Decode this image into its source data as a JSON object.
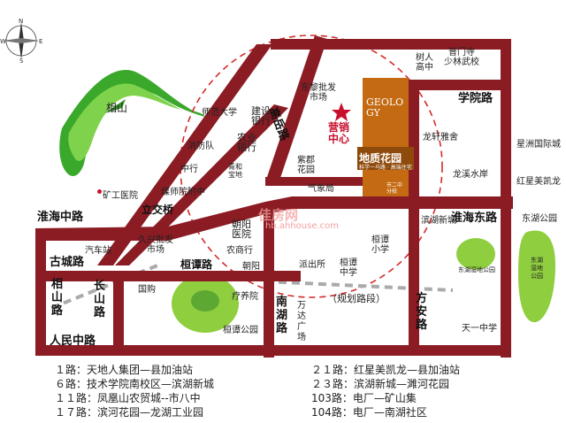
{
  "map": {
    "mountain_label": "相山",
    "watermark_brand": "佳房网",
    "watermark_url": "hb.ahhouse.com",
    "sales_center": "营销\n中心",
    "project_name": "地质花园",
    "project_logo": "GEOLOGY",
    "project_tagline": "科学一马路 · 高端住宅"
  },
  "roads": {
    "huaihai_zhong": "淮海中路",
    "huaihai_dong": "淮海东路",
    "gucheng": "古城路",
    "xiangshan_rd": "相山路",
    "changshan": "长山路",
    "renmin_zhong": "人民中路",
    "gaoyue": "高岳路",
    "xueyuan": "学院路",
    "nanhu": "南湖路",
    "fangan": "方安路",
    "hengtan": "桓谭路",
    "lijiaoqiao": "立交桥",
    "planned": "（规划路段）"
  },
  "places": {
    "shifan": "师范大学",
    "xiaofang": "消防队",
    "zhongxing": "中行",
    "meikuang": "煤师院附中",
    "kuanggong": "矿工医院",
    "jianshe": "建设\n银行",
    "nongye": "农业\n银行",
    "qinghe": "青和\n宝地",
    "dongli": "东黎批发\n市场",
    "zilan": "紫郡\n花园",
    "qixiang": "气象局",
    "shuren": "树人\n高中",
    "pumensi": "普门寺\n少林武校",
    "longxuan": "龙轩雅舍",
    "longxi": "龙溪水岸",
    "xingzhou": "星洲国际城",
    "hongxing": "红星美凯龙",
    "donghu_park": "东湖公园",
    "binhu": "滨湖新城",
    "dongtan_park": "东湖湿地公园",
    "donghu_lake": "东湖湿地公园",
    "jiuxing": "久兴批发\n市场",
    "qiche": "汽车站",
    "chaoyang_hosp": "朝阳\n医院",
    "nongshang": "农商行",
    "chaoyang": "朝阳",
    "guogou": "国购",
    "liaoyang": "疗养院",
    "hengtan_park": "桓谭公园",
    "paichusuo": "派出所",
    "hengtan_xx": "桓谭\n小学",
    "hengtan_zx": "桓谭\n中学",
    "wanda": "万达广场",
    "tianyi": "天一中学",
    "shierzhong": "市二中\n分校"
  },
  "routes": [
    "１路：天地人集团—县加油站",
    "６路：技术学院南校区—滨湖新城",
    "１１路：凤凰山农贸城--市八中",
    "１７路：滨河花园—龙湖工业园",
    "２１路：红星美凯龙—县加油站",
    "２３路：滨湖新城—濉河花园",
    "103路：电厂—矿山集",
    "104路：电厂—南湖社区"
  ],
  "colors": {
    "road": "#8b1c24",
    "accent": "#c8102e",
    "project": "#c46a12",
    "green": "#4bbf2f",
    "park": "#8fce3f"
  }
}
